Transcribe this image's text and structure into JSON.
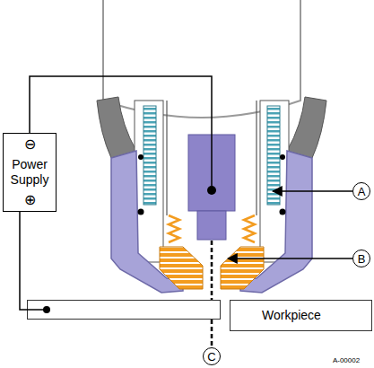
{
  "diagram": {
    "nodes": [
      {
        "text": [
          "Power Supply"
        ]
      },
      {
        "text": [
          "Workpiece"
        ]
      }
    ],
    "edges": [
      {
        "from": 0,
        "to": 1,
        "arrow": "none"
      }
    ],
    "labels": [
      "⊖",
      "⊕",
      "A",
      "B",
      "C",
      "A-00002"
    ]
  }
}
